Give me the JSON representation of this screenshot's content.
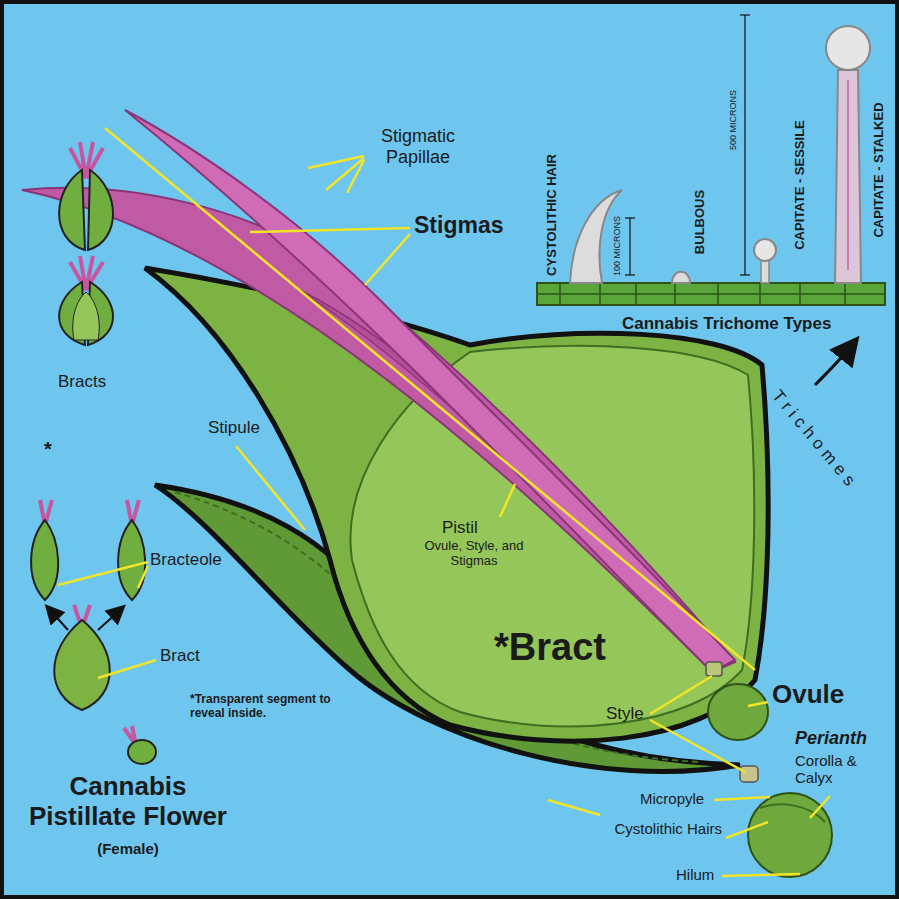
{
  "diagram": {
    "title": "Cannabis Pistillate Flower",
    "labels": [
      "Stigmatic Papillae",
      "Stigmas",
      "CYSTOLITHIC HAIR",
      "100 MICRONS",
      "BULBOUS",
      "500 MICRONS",
      "CAPITATE - SESSILE",
      "CAPITATE - STALKED",
      "Cannabis Trichome Types",
      "Trichomes",
      "Bracts",
      "*",
      "Stipule",
      "Bracteole",
      "Bract",
      "Pistil",
      "Ovule, Style, and Stigmas",
      "*Bract",
      "*Transparent segment to reveal inside.",
      "Style",
      "Ovule",
      "Perianth",
      "Corolla & Calyx",
      "Micropyle",
      "Cystolithic Hairs",
      "Hilum",
      "(Female)"
    ]
  }
}
